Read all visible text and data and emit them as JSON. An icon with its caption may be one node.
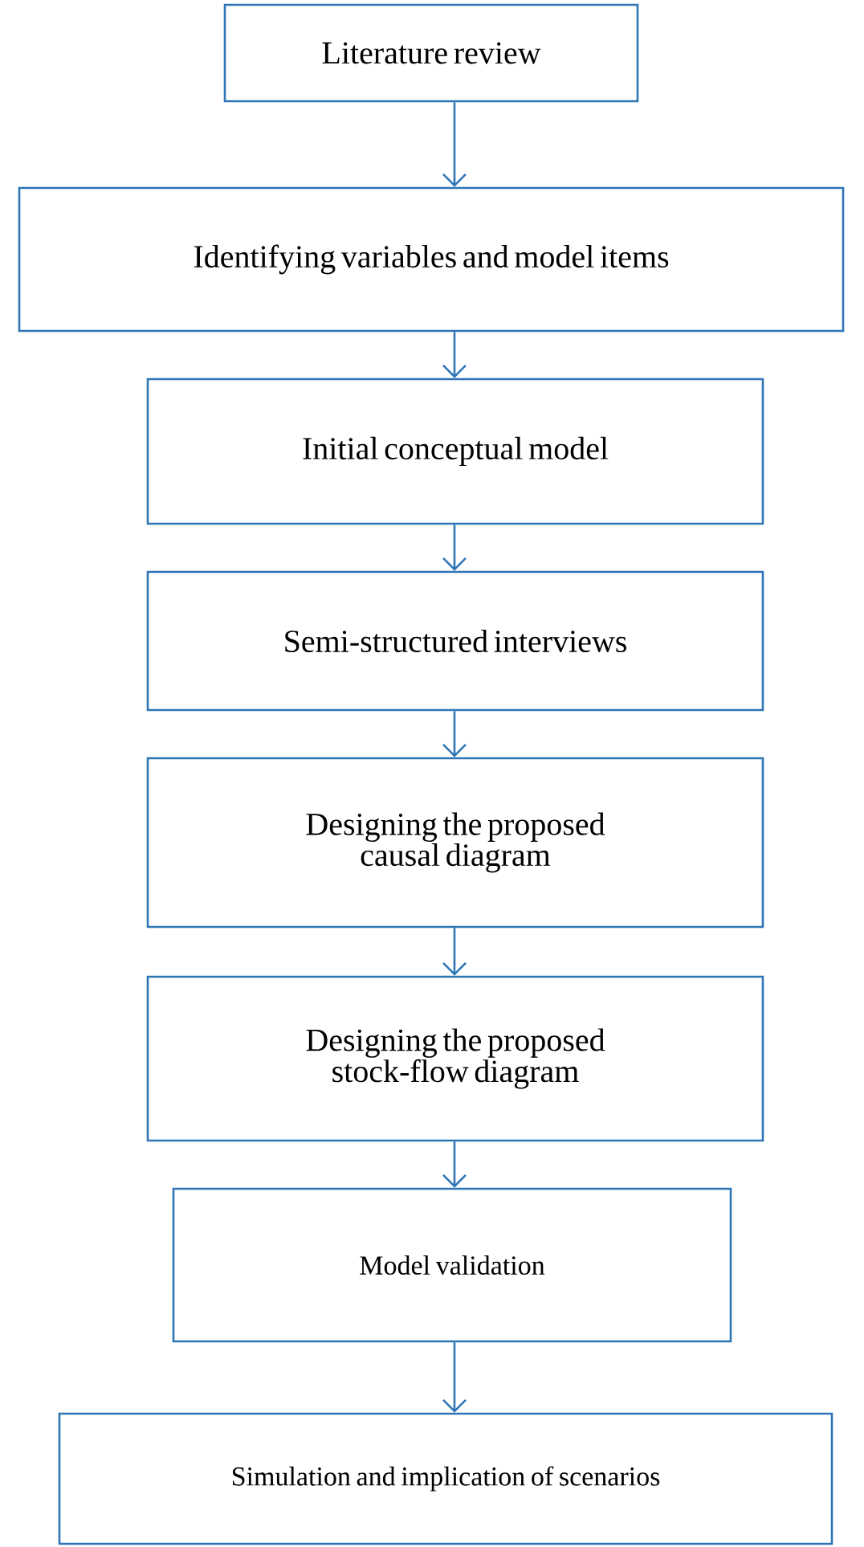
{
  "diagram": {
    "nodes": [
      {
        "text": [
          "Literature review"
        ]
      },
      {
        "text": [
          "Identifying variables and model items"
        ]
      },
      {
        "text": [
          "Initial conceptual model"
        ]
      },
      {
        "text": [
          "Semi-structured interviews"
        ]
      },
      {
        "text": [
          "Designing the proposed causal diagram"
        ]
      },
      {
        "text": [
          "Designing the proposed stock-flow diagram"
        ]
      },
      {
        "text": [
          "Model validation"
        ]
      },
      {
        "text": [
          "Simulation and implication of scenarios"
        ]
      }
    ],
    "edges": [
      {
        "from": 0,
        "to": 1,
        "arrow": "to"
      },
      {
        "from": 1,
        "to": 2,
        "arrow": "to"
      },
      {
        "from": 2,
        "to": 3,
        "arrow": "to"
      },
      {
        "from": 3,
        "to": 4,
        "arrow": "to"
      },
      {
        "from": 4,
        "to": 5,
        "arrow": "to"
      },
      {
        "from": 5,
        "to": 6,
        "arrow": "to"
      },
      {
        "from": 6,
        "to": 7,
        "arrow": "to"
      }
    ]
  }
}
